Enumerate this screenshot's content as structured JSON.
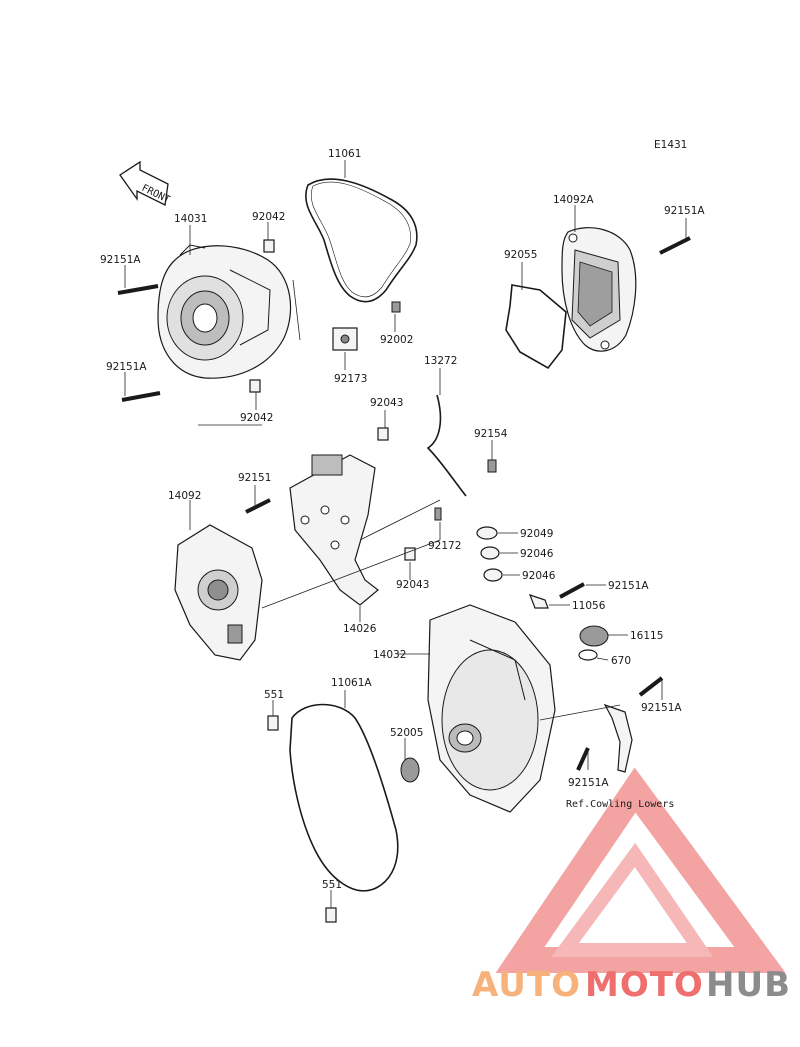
{
  "diagram": {
    "code": "E1431",
    "front_label": "FRONT",
    "ref_note": "Ref.Cowling Lowers",
    "parts": [
      {
        "id": "p11061",
        "label": "11061"
      },
      {
        "id": "p14031",
        "label": "14031"
      },
      {
        "id": "p92042a",
        "label": "92042"
      },
      {
        "id": "p92151a_1",
        "label": "92151A"
      },
      {
        "id": "p92151a_2",
        "label": "92151A"
      },
      {
        "id": "p92042b",
        "label": "92042"
      },
      {
        "id": "p92002",
        "label": "92002"
      },
      {
        "id": "p92173",
        "label": "92173"
      },
      {
        "id": "p14092a",
        "label": "14092A"
      },
      {
        "id": "p92151a_3",
        "label": "92151A"
      },
      {
        "id": "p92055",
        "label": "92055"
      },
      {
        "id": "p13272",
        "label": "13272"
      },
      {
        "id": "p92043a",
        "label": "92043"
      },
      {
        "id": "p92154",
        "label": "92154"
      },
      {
        "id": "p92151",
        "label": "92151"
      },
      {
        "id": "p14092",
        "label": "14092"
      },
      {
        "id": "p92172",
        "label": "92172"
      },
      {
        "id": "p92049",
        "label": "92049"
      },
      {
        "id": "p92046a",
        "label": "92046"
      },
      {
        "id": "p92046b",
        "label": "92046"
      },
      {
        "id": "p92043b",
        "label": "92043"
      },
      {
        "id": "p92151a_4",
        "label": "92151A"
      },
      {
        "id": "p11056",
        "label": "11056"
      },
      {
        "id": "p14026",
        "label": "14026"
      },
      {
        "id": "p16115",
        "label": "16115"
      },
      {
        "id": "p14032",
        "label": "14032"
      },
      {
        "id": "p670",
        "label": "670"
      },
      {
        "id": "p551a",
        "label": "551"
      },
      {
        "id": "p11061a",
        "label": "11061A"
      },
      {
        "id": "p92151a_5",
        "label": "92151A"
      },
      {
        "id": "p52005",
        "label": "52005"
      },
      {
        "id": "p92151a_6",
        "label": "92151A"
      },
      {
        "id": "p551b",
        "label": "551"
      }
    ]
  },
  "watermark": {
    "part1": "AUTO",
    "part2": "MOTO",
    "part3": "HUB",
    "color_light": "#f6b27a",
    "color_red": "#ef6e6e",
    "color_gray": "#8c8c8c"
  }
}
